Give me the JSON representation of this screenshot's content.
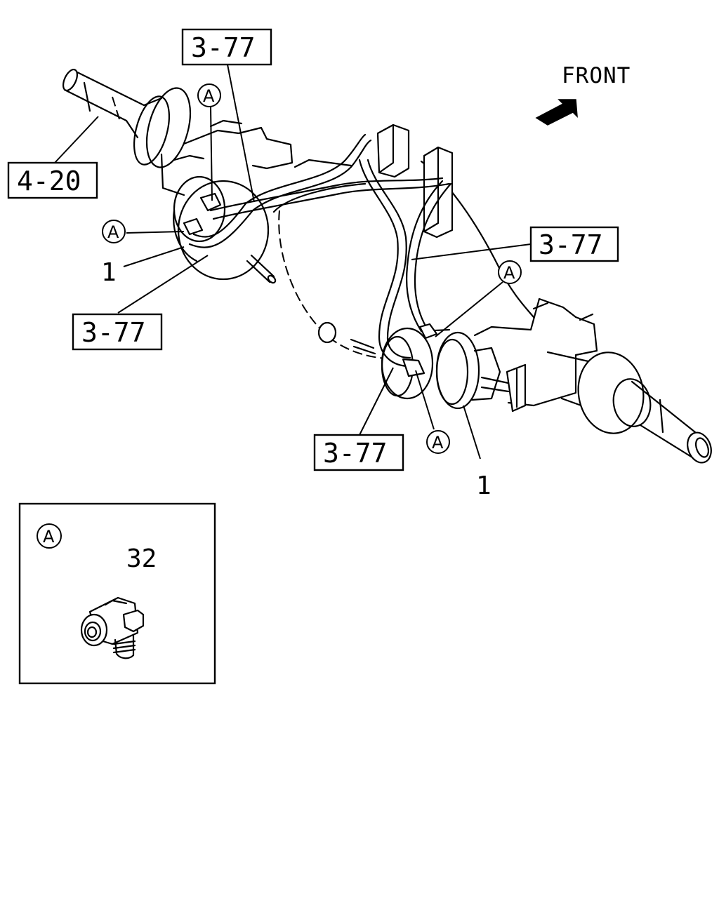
{
  "direction_label": "FRONT",
  "callouts": {
    "ref_4_20": "4-20",
    "ref_3_77_top": "3-77",
    "ref_3_77_right": "3-77",
    "ref_3_77_left": "3-77",
    "ref_3_77_bottom": "3-77"
  },
  "part_numbers": {
    "left_item": "1",
    "right_item": "1",
    "detail_item": "32"
  },
  "detail_markers": {
    "top": "A",
    "left": "A",
    "right": "A",
    "bottom": "A",
    "inset": "A"
  }
}
